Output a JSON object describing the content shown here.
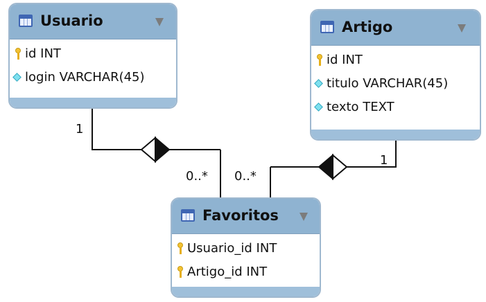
{
  "entities": {
    "usuario": {
      "title": "Usuario",
      "fields": [
        {
          "text": "id INT",
          "icon": "key-icon"
        },
        {
          "text": "login VARCHAR(45)",
          "icon": "diamond-icon"
        }
      ]
    },
    "artigo": {
      "title": "Artigo",
      "fields": [
        {
          "text": "id INT",
          "icon": "key-icon"
        },
        {
          "text": "titulo VARCHAR(45)",
          "icon": "diamond-icon"
        },
        {
          "text": "texto TEXT",
          "icon": "diamond-icon"
        }
      ]
    },
    "favoritos": {
      "title": "Favoritos",
      "fields": [
        {
          "text": "Usuario_id INT",
          "icon": "key-icon"
        },
        {
          "text": "Artigo_id INT",
          "icon": "key-icon"
        }
      ]
    }
  },
  "relationships": [
    {
      "from": "Usuario",
      "to": "Favoritos",
      "from_cardinality": "1",
      "to_cardinality": "0..*"
    },
    {
      "from": "Artigo",
      "to": "Favoritos",
      "from_cardinality": "1",
      "to_cardinality": "0..*"
    }
  ],
  "colors": {
    "header": "#8fb3d1",
    "border": "#9fb8cf",
    "footer": "#9fbfda",
    "line": "#111111"
  }
}
